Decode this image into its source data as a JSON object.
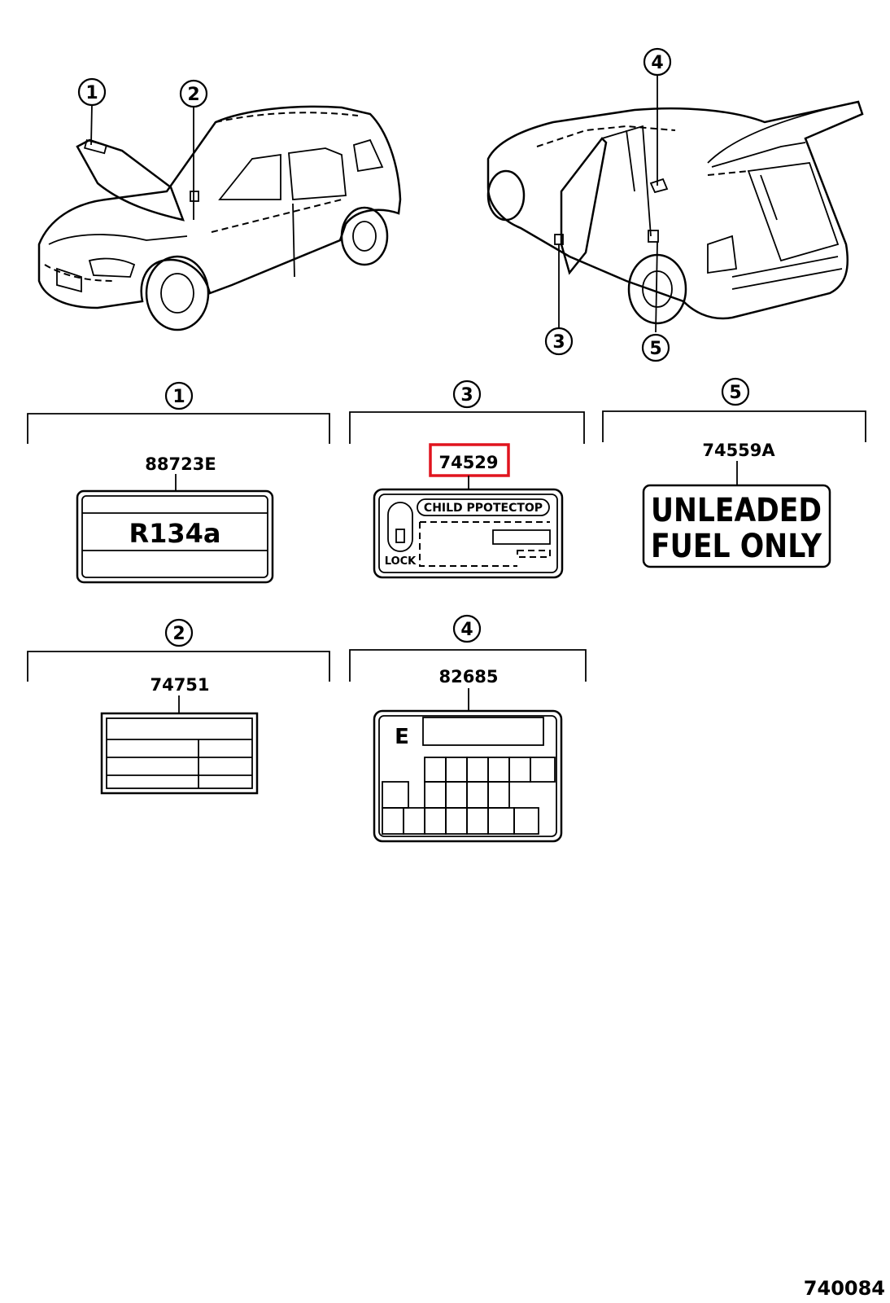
{
  "callouts": [
    "1",
    "2",
    "3",
    "4",
    "5"
  ],
  "parts": {
    "p1": {
      "number": "88723E",
      "label_text": "R134a"
    },
    "p2": {
      "number": "74751"
    },
    "p3": {
      "number": "74529",
      "label_text": "CHILD PPOTECTOP",
      "lock_text": "LOCK"
    },
    "p4": {
      "number": "82685",
      "label_text": "E"
    },
    "p5": {
      "number": "74559A",
      "line1": "UNLEADED",
      "line2": "FUEL ONLY"
    }
  },
  "highlight_color": "#e0141e",
  "diagram_id": "740084"
}
